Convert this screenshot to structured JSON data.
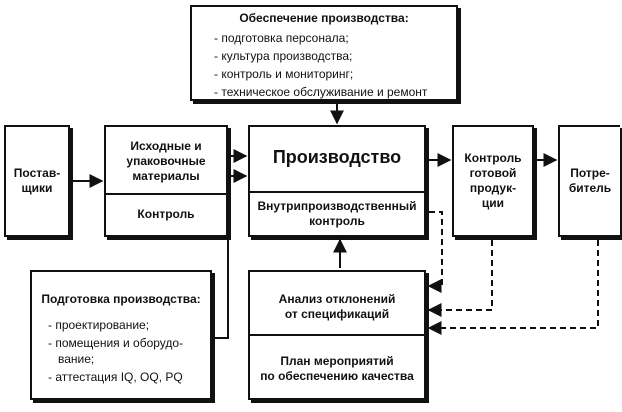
{
  "supply": {
    "title": "Обеспечение производства:",
    "items": [
      "- подготовка персонала;",
      "- культура производства;",
      "- контроль и мониторинг;",
      "- техническое обслуживание и ремонт"
    ]
  },
  "suppliers": {
    "label_line1": "Постав-",
    "label_line2": "щики"
  },
  "materials": {
    "label_line1": "Исходные и",
    "label_line2": "упаковочные",
    "label_line3": "материалы",
    "control": "Контроль"
  },
  "production": {
    "title": "Производство",
    "internal_line1": "Внутрипроизводственный",
    "internal_line2": "контроль"
  },
  "product_control": {
    "line1": "Контроль",
    "line2": "готовой",
    "line3": "продук-",
    "line4": "ции"
  },
  "consumer": {
    "line1": "Потре-",
    "line2": "битель"
  },
  "preparation": {
    "title": "Подготовка производства:",
    "item1": "- проектирование;",
    "item2a": "- помещения и оборудо-",
    "item2b": "вание;",
    "item3": "- аттестация IQ, OQ, PQ"
  },
  "analysis": {
    "line1": "Анализ отклонений",
    "line2": "от спецификаций",
    "plan_line1": "План мероприятий",
    "plan_line2": "по обеспечению качества"
  }
}
